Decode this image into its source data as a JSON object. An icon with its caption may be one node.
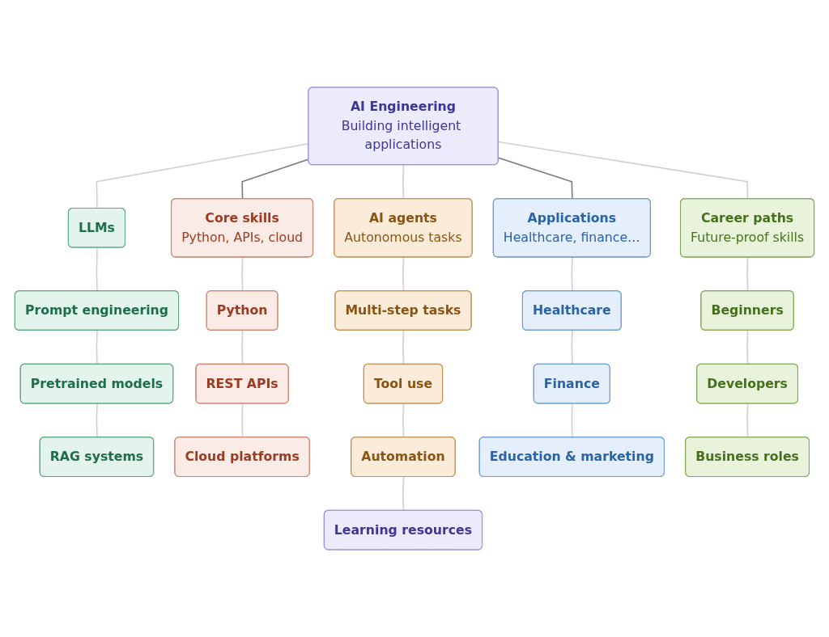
{
  "diagram": {
    "nodes": [
      {
        "text": [
          "AI Engineering",
          "Building intelligent applications"
        ]
      },
      {
        "text": [
          "LLMs"
        ]
      },
      {
        "text": [
          "Core skills",
          "Python, APIs, cloud"
        ]
      },
      {
        "text": [
          "AI agents",
          "Autonomous tasks"
        ]
      },
      {
        "text": [
          "Applications",
          "Healthcare, finance…"
        ]
      },
      {
        "text": [
          "Career paths",
          "Future-proof skills"
        ]
      },
      {
        "text": [
          "Prompt engineering"
        ]
      },
      {
        "text": [
          "Python"
        ]
      },
      {
        "text": [
          "Multi-step tasks"
        ]
      },
      {
        "text": [
          "Healthcare"
        ]
      },
      {
        "text": [
          "Beginners"
        ]
      },
      {
        "text": [
          "Pretrained models"
        ]
      },
      {
        "text": [
          "REST APIs"
        ]
      },
      {
        "text": [
          "Tool use"
        ]
      },
      {
        "text": [
          "Finance"
        ]
      },
      {
        "text": [
          "Developers"
        ]
      },
      {
        "text": [
          "RAG systems"
        ]
      },
      {
        "text": [
          "Cloud platforms"
        ]
      },
      {
        "text": [
          "Automation"
        ]
      },
      {
        "text": [
          "Education & marketing"
        ]
      },
      {
        "text": [
          "Business roles"
        ]
      },
      {
        "text": [
          "Learning resources"
        ]
      }
    ],
    "edges": [
      {
        "from": 0,
        "to": 1,
        "arrow": "none"
      },
      {
        "from": 0,
        "to": 2,
        "arrow": "none",
        "color": "#777777"
      },
      {
        "from": 0,
        "to": 3,
        "arrow": "none"
      },
      {
        "from": 0,
        "to": 4,
        "arrow": "none",
        "color": "#777777"
      },
      {
        "from": 0,
        "to": 5,
        "arrow": "none"
      },
      {
        "from": 1,
        "to": 6,
        "arrow": "none"
      },
      {
        "from": 6,
        "to": 11,
        "arrow": "none"
      },
      {
        "from": 11,
        "to": 16,
        "arrow": "none"
      },
      {
        "from": 2,
        "to": 7,
        "arrow": "none"
      },
      {
        "from": 7,
        "to": 12,
        "arrow": "none"
      },
      {
        "from": 12,
        "to": 17,
        "arrow": "none"
      },
      {
        "from": 3,
        "to": 8,
        "arrow": "none"
      },
      {
        "from": 8,
        "to": 13,
        "arrow": "none"
      },
      {
        "from": 13,
        "to": 18,
        "arrow": "none"
      },
      {
        "from": 4,
        "to": 9,
        "arrow": "none"
      },
      {
        "from": 9,
        "to": 14,
        "arrow": "none"
      },
      {
        "from": 14,
        "to": 19,
        "arrow": "none"
      },
      {
        "from": 5,
        "to": 10,
        "arrow": "none"
      },
      {
        "from": 10,
        "to": 15,
        "arrow": "none"
      },
      {
        "from": 15,
        "to": 20,
        "arrow": "none"
      },
      {
        "from": 18,
        "to": 21,
        "arrow": "none"
      }
    ]
  }
}
